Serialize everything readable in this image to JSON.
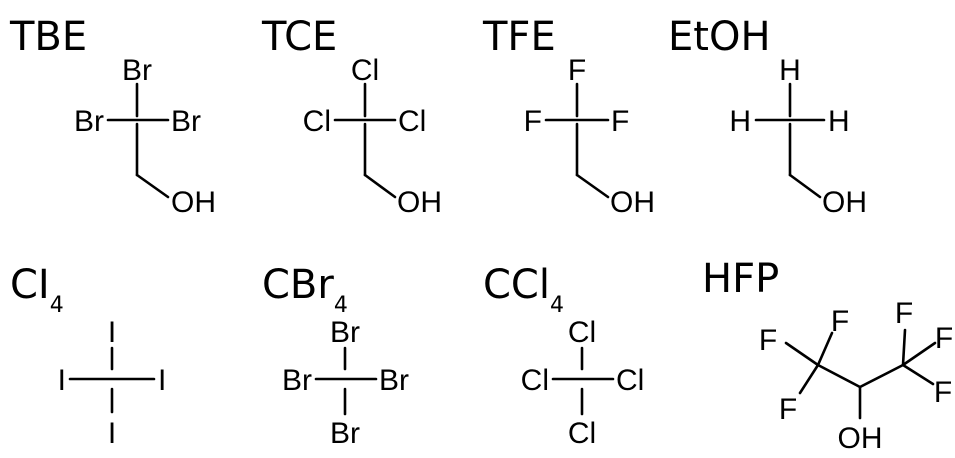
{
  "molecules": [
    {
      "name": "TBE",
      "atoms": {
        "top": "Br",
        "left": "Br",
        "right": "Br",
        "oh": "OH"
      }
    },
    {
      "name": "TCE",
      "atoms": {
        "top": "Cl",
        "left": "Cl",
        "right": "Cl",
        "oh": "OH"
      }
    },
    {
      "name": "TFE",
      "atoms": {
        "top": "F",
        "left": "F",
        "right": "F",
        "oh": "OH"
      }
    },
    {
      "name": "EtOH",
      "atoms": {
        "top": "H",
        "left": "H",
        "right": "H",
        "oh": "OH"
      }
    },
    {
      "name_main": "CI",
      "name_sub": "4",
      "atoms": {
        "top": "I",
        "left": "I",
        "right": "I",
        "bottom": "I"
      }
    },
    {
      "name_main": "CBr",
      "name_sub": "4",
      "atoms": {
        "top": "Br",
        "left": "Br",
        "right": "Br",
        "bottom": "Br"
      }
    },
    {
      "name_main": "CCl",
      "name_sub": "4",
      "atoms": {
        "top": "Cl",
        "left": "Cl",
        "right": "Cl",
        "bottom": "Cl"
      }
    },
    {
      "name": "HFP",
      "atoms": {
        "f1": "F",
        "f2": "F",
        "f3": "F",
        "f4": "F",
        "f5": "F",
        "f6": "F",
        "oh": "OH"
      }
    }
  ]
}
